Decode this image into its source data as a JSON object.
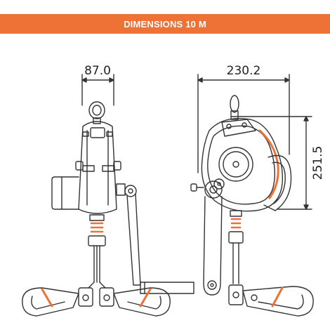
{
  "banner": {
    "title": "DIMENSIONS 10 M"
  },
  "dimensions": {
    "side_width": "87.0",
    "front_width": "230.2",
    "front_height": "251.5"
  },
  "colors": {
    "accent": "#EE7236",
    "line": "#333333",
    "orange_part": "#EE7236"
  }
}
